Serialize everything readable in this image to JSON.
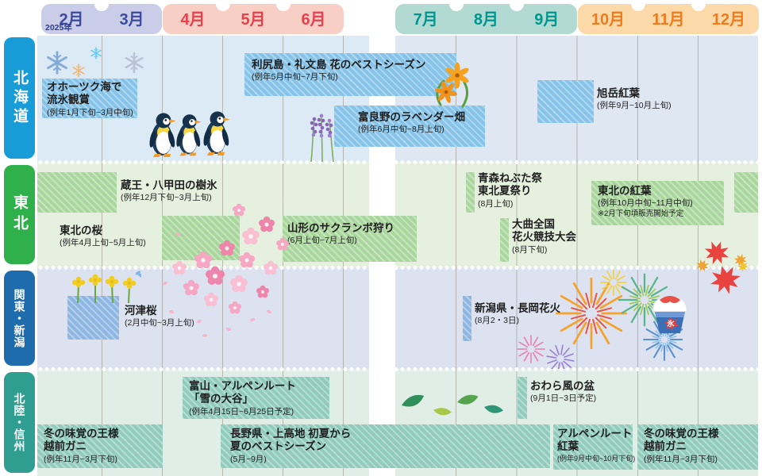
{
  "year_label": "2025年",
  "month_groups": [
    {
      "months": [
        "2月",
        "3月"
      ],
      "bg": "#c9cde8",
      "fg": "#3b4aa0"
    },
    {
      "months": [
        "4月",
        "5月",
        "6月"
      ],
      "bg": "#f8cfc5",
      "fg": "#e8404f"
    },
    {
      "months": [
        "7月",
        "8月",
        "9月"
      ],
      "bg": "#b3dad2",
      "fg": "#00968e"
    },
    {
      "months": [
        "10月",
        "11月",
        "12月"
      ],
      "bg": "#fbd9a9",
      "fg": "#f07b1d"
    }
  ],
  "regions": [
    {
      "label": "北海道",
      "color": "#189cd8"
    },
    {
      "label": "東北",
      "color": "#2fb04a"
    },
    {
      "label": "関東・新潟",
      "color": "#1f6cac"
    },
    {
      "label": "北陸・信州",
      "color": "#2f9d8f"
    }
  ],
  "events": {
    "drift_ice": {
      "l1": "オホーツク海で",
      "l2": "流氷観賞",
      "period": "(例年1月下旬~3月中旬)"
    },
    "rishiri": {
      "l1": "利尻島・礼文島 花のベストシーズン",
      "period": "(例年5月中旬~7月下旬)"
    },
    "furano": {
      "l1": "富良野のラベンダー畑",
      "period": "(例年6月中旬~8月上旬)"
    },
    "asahidake": {
      "l1": "旭岳紅葉",
      "period": "(例年9月~10月上旬)"
    },
    "juhyo": {
      "l1": "蔵王・八甲田の樹氷",
      "period": "(例年12月下旬~3月上旬)"
    },
    "tohoku_sakura": {
      "l1": "東北の桜",
      "period": "(例年4月上旬~5月上旬)"
    },
    "yamagata": {
      "l1": "山形のサクランボ狩り",
      "period": "(6月上旬~7月上旬)"
    },
    "nebuta": {
      "l1": "青森ねぶた祭",
      "l2": "東北夏祭り",
      "period": "(8月上旬)"
    },
    "omagari": {
      "l1": "大曲全国",
      "l2": "花火競技大会",
      "period": "(8月下旬)"
    },
    "tohoku_koyo": {
      "l1": "東北の紅葉",
      "period": "(例年10月中旬~11月中旬)",
      "note": "※2月下旬頃販売開始予定"
    },
    "kawazu": {
      "l1": "河津桜",
      "period": "(2月中旬~3月上旬)"
    },
    "nagaoka": {
      "l1": "新潟県・長岡花火",
      "period": "(8月2・3日)"
    },
    "tateyama": {
      "l1": "富山・アルペンルート",
      "l2": "「雪の大谷」",
      "period": "(例年4月15日~6月25日予定)"
    },
    "owara": {
      "l1": "おわら風の盆",
      "period": "(9月1日~3日予定)"
    },
    "echizen": {
      "l1": "冬の味覚の王様",
      "l2": "越前ガニ",
      "period": "(例年11月~3月下旬)"
    },
    "kamikochi": {
      "l1": "長野県・上高地 初夏から",
      "l2": "夏のベストシーズン",
      "period": "(5月~9月)"
    },
    "alpen_koyo": {
      "l1": "アルペンルート",
      "l2": "紅葉",
      "period": "(例年9月中旬~10月下旬)"
    }
  },
  "illustrations": [
    "snowflakes",
    "penguins",
    "alpine-lily",
    "lavender",
    "cherry-blossoms",
    "rapeseed-flowers",
    "fireworks",
    "shaved-ice",
    "maple-leaves-tohoku",
    "maple-leaves-kanto",
    "green-leaves"
  ],
  "chart_data": {
    "type": "table",
    "columns": [
      "2月",
      "3月",
      "4月",
      "5月",
      "6月",
      "7月",
      "8月",
      "9月",
      "10月",
      "11月",
      "12月"
    ],
    "year": "2025年",
    "rows": [
      {
        "region": "北海道",
        "events": [
          {
            "name": "オホーツク海で流氷観賞",
            "period": "例年1月下旬~3月中旬",
            "start_month": 1.7,
            "end_month": 3.5
          },
          {
            "name": "利尻島・礼文島 花のベストシーズン",
            "period": "例年5月中旬~7月下旬",
            "start_month": 5.5,
            "end_month": 7.9
          },
          {
            "name": "富良野のラベンダー畑",
            "period": "例年6月中旬~8月上旬",
            "start_month": 6.5,
            "end_month": 8.2
          },
          {
            "name": "旭岳紅葉",
            "period": "例年9月~10月上旬",
            "start_month": 9.0,
            "end_month": 10.2
          }
        ]
      },
      {
        "region": "東北",
        "events": [
          {
            "name": "蔵王・八甲田の樹氷",
            "period": "例年12月下旬~3月上旬",
            "start_month": 12.7,
            "end_month": 3.2
          },
          {
            "name": "東北の桜",
            "period": "例年4月上旬~5月上旬",
            "start_month": 4.0,
            "end_month": 5.2
          },
          {
            "name": "山形のサクランボ狩り",
            "period": "6月上旬~7月上旬",
            "start_month": 6.0,
            "end_month": 7.2
          },
          {
            "name": "青森ねぶた祭 東北夏祭り",
            "period": "8月上旬",
            "start_month": 8.0,
            "end_month": 8.2
          },
          {
            "name": "大曲全国花火競技大会",
            "period": "8月下旬",
            "start_month": 8.7,
            "end_month": 8.9
          },
          {
            "name": "東北の紅葉",
            "period": "例年10月中旬~11月中旬",
            "note": "※2月下旬頃販売開始予定",
            "start_month": 10.5,
            "end_month": 11.5
          }
        ]
      },
      {
        "region": "関東・新潟",
        "events": [
          {
            "name": "河津桜",
            "period": "2月中旬~3月上旬",
            "start_month": 2.5,
            "end_month": 3.2
          },
          {
            "name": "新潟県・長岡花火",
            "period": "8月2・3日",
            "start_month": 8.0,
            "end_month": 8.1
          }
        ]
      },
      {
        "region": "北陸・信州",
        "events": [
          {
            "name": "富山・アルペンルート「雪の大谷」",
            "period": "例年4月15日~6月25日予定",
            "start_month": 4.5,
            "end_month": 6.8
          },
          {
            "name": "おわら風の盆",
            "period": "9月1日~3日予定",
            "start_month": 9.0,
            "end_month": 9.1
          },
          {
            "name": "冬の味覚の王様 越前ガニ",
            "period": "例年11月~3月下旬",
            "start_month": 11.0,
            "end_month": 3.9
          },
          {
            "name": "長野県・上高地 初夏から夏のベストシーズン",
            "period": "5月~9月",
            "start_month": 5.0,
            "end_month": 9.9
          },
          {
            "name": "アルペンルート紅葉",
            "period": "例年9月中旬~10月下旬",
            "start_month": 9.5,
            "end_month": 10.9
          }
        ]
      }
    ]
  }
}
